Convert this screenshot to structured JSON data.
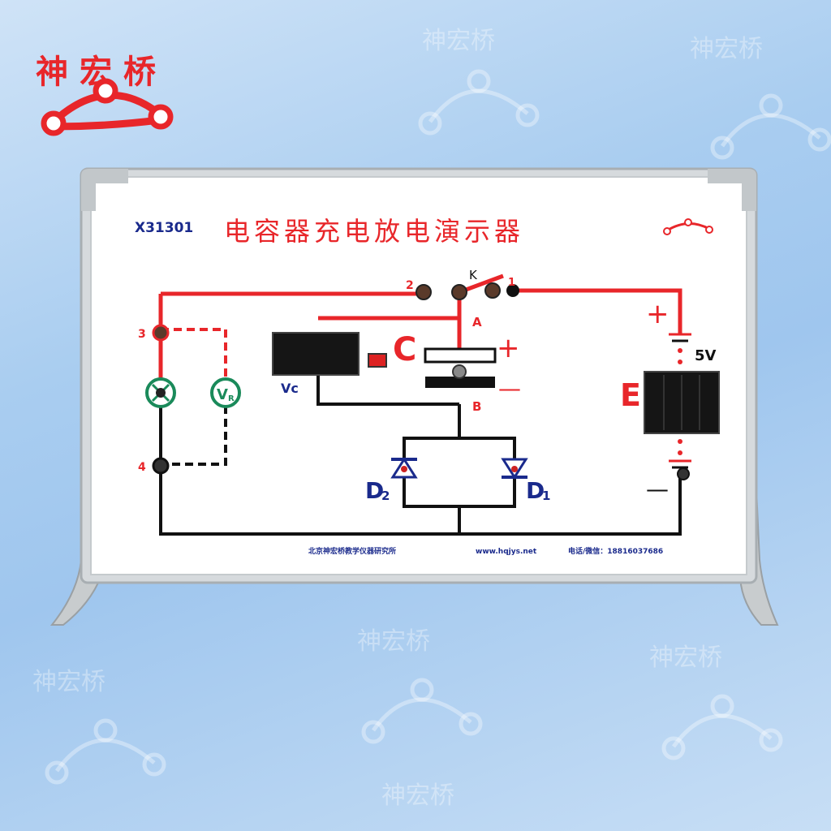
{
  "brand": {
    "logo_text": "神宏桥",
    "watermark_text": "神宏桥"
  },
  "board": {
    "model": "X31301",
    "title": "电容器充电放电演示器",
    "footer_institute": "北京神宏桥教学仪器研究所",
    "footer_website": "www.hqjys.net",
    "footer_contact": "电话/微信：18816037686"
  },
  "labels": {
    "switch": "K",
    "terminal_1": "1",
    "terminal_2": "2",
    "terminal_3": "3",
    "terminal_4": "4",
    "point_a": "A",
    "point_b": "B",
    "capacitor": "C",
    "plus_cap": "+",
    "minus_cap": "—",
    "vc": "Vc",
    "battery_plus": "+",
    "battery_minus": "—",
    "voltage": "5V",
    "battery": "E",
    "diode_2": "D",
    "diode_2_sub": "2",
    "diode_1": "D",
    "diode_1_sub": "1",
    "meter_vr": "V",
    "meter_vr_sub": "R"
  },
  "colors": {
    "red_wire": "#e8262a",
    "black_wire": "#111111",
    "blue_text": "#1a2a8c",
    "green_meter": "#1a8a5a",
    "frame": "#b9bec2"
  }
}
